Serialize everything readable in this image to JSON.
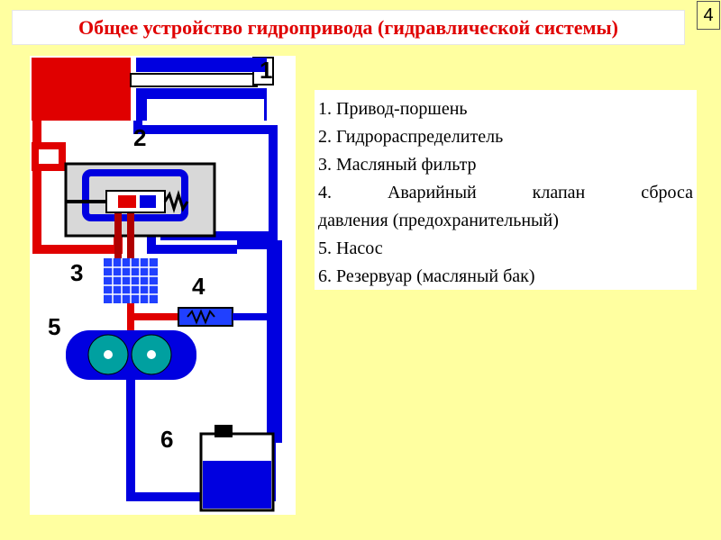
{
  "slide": {
    "title": "Общее устройство гидропривода (гидравлической системы)",
    "number": "4"
  },
  "diagram": {
    "labels": [
      "1",
      "2",
      "3",
      "4",
      "5",
      "6"
    ],
    "colors": {
      "actuator": "#e00000",
      "pressure_line": "#b00000",
      "return_line": "#0000e0",
      "pump_rotor": "#00a0a0",
      "filter": "#2040ff",
      "reservoir_oil": "#0000e0",
      "valve_body": "#d8d8d8"
    }
  },
  "legend": {
    "item1": "1. Привод-поршень",
    "item2": "2. Гидрораспределитель",
    "item3": "3. Масляный фильтр",
    "item4_words": [
      "4.",
      "Аварийный",
      "клапан",
      "сброса"
    ],
    "item4_cont": "давления (предохранительный)",
    "item5": "5. Насос",
    "item6": "6. Резервуар (масляный бак)"
  }
}
